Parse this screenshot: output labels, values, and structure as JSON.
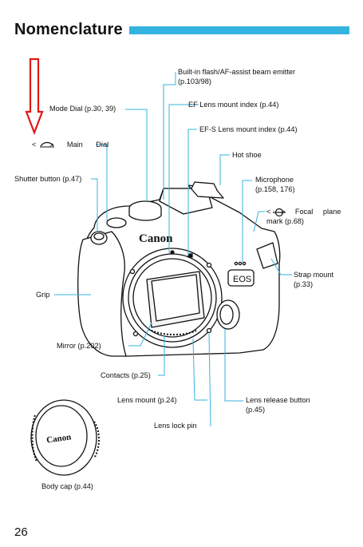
{
  "page": {
    "title": "Nomenclature",
    "page_number": "26",
    "accent_color": "#35b3e0",
    "arrow_color": "#e01818"
  },
  "labels": {
    "mode_dial": "Mode Dial (p.30, 39)",
    "main_dial": "< > Main Dial",
    "shutter_button": "Shutter button (p.47)",
    "grip": "Grip",
    "mirror": "Mirror (p.202)",
    "contacts": "Contacts (p.25)",
    "lens_mount": "Lens mount (p.24)",
    "lens_lock_pin": "Lens lock pin",
    "builtin_flash_line1": "Built-in flash/AF-assist beam emitter",
    "builtin_flash_line2": "(p.103/98)",
    "ef_lens_mount_index": "EF Lens mount index (p.44)",
    "efs_lens_mount_index": "EF-S Lens mount index (p.44)",
    "hot_shoe": "Hot shoe",
    "microphone_line1": "Microphone",
    "microphone_line2": "(p.158, 176)",
    "focal_plane_line1": "< > Focal plane",
    "focal_plane_line2": "mark (p.68)",
    "strap_mount_line1": "Strap mount",
    "strap_mount_line2": "(p.33)",
    "lens_release_line1": "Lens release button",
    "lens_release_line2": "(p.45)",
    "body_cap": "Body cap (p.44)"
  },
  "camera": {
    "brand_text": "Canon",
    "model_text": "EOS"
  },
  "body_cap": {
    "brand_text": "Canon"
  },
  "icons": [
    "down-arrow-icon",
    "main-dial-icon",
    "focal-plane-mark-icon"
  ]
}
